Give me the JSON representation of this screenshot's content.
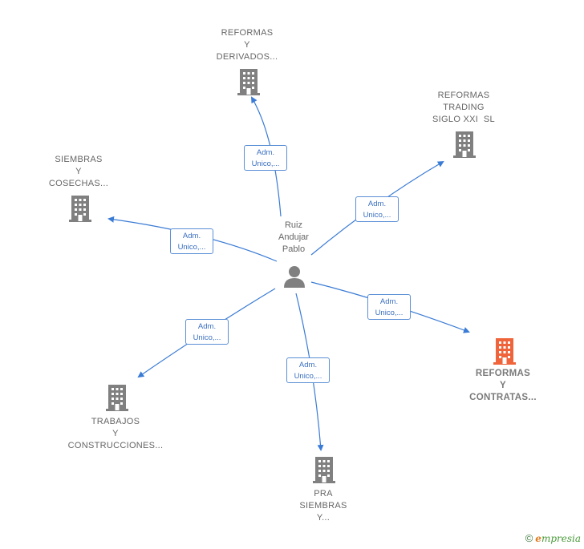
{
  "center": {
    "label": "Ruiz\nAndujar\nPablo"
  },
  "companies": [
    {
      "label": "REFORMAS\nY\nDERIVADOS..."
    },
    {
      "label": "REFORMAS\nTRADING\nSIGLO XXI  SL"
    },
    {
      "label": "SIEMBRAS\nY\nCOSECHAS..."
    },
    {
      "label": "REFORMAS\nY\nCONTRATAS..."
    },
    {
      "label": "TRABAJOS\nY\nCONSTRUCCIONES..."
    },
    {
      "label": "PRA\nSIEMBRAS\nY..."
    }
  ],
  "relations": [
    {
      "label": "Adm.\nUnico,..."
    },
    {
      "label": "Adm.\nUnico,..."
    },
    {
      "label": "Adm.\nUnico,..."
    },
    {
      "label": "Adm.\nUnico,..."
    },
    {
      "label": "Adm.\nUnico,..."
    },
    {
      "label": "Adm.\nUnico,..."
    }
  ],
  "colors": {
    "edge": "#3a7bd5",
    "building": "#808080",
    "building_highlight": "#f0643c",
    "person": "#808080"
  },
  "icons": {
    "building": "building-icon",
    "person": "person-icon"
  },
  "footer": {
    "copyright": "©",
    "brand_first": "e",
    "brand_rest": "mpresia"
  }
}
